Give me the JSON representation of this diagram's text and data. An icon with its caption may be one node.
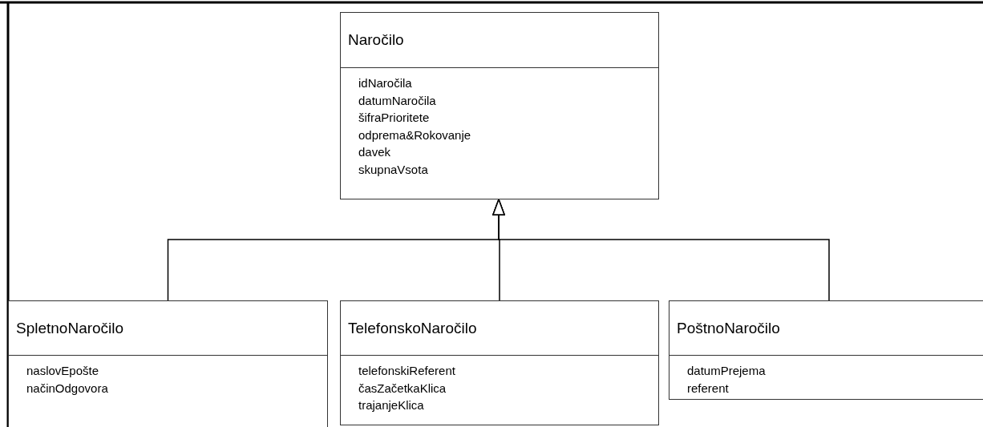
{
  "diagram": {
    "nodes": [
      {
        "text": [
          "Naročilo",
          "idNaročila datumNaročila šifraPrioritete odprema&Rokovanje davek skupnaVsota"
        ]
      },
      {
        "text": [
          "SpletnoNaročilo",
          "naslovEpošte načinOdgovora"
        ]
      },
      {
        "text": [
          "TelefonskoNaročilo",
          "telefonskiReferent časZačetkaKlica trajanjeKlica"
        ]
      },
      {
        "text": [
          "PoštnoNaročilo",
          "datumPrejema referent"
        ]
      }
    ],
    "edges": [
      {
        "from": 1,
        "to": 0,
        "arrow": "to"
      },
      {
        "from": 2,
        "to": 0,
        "arrow": "to"
      },
      {
        "from": 3,
        "to": 0,
        "arrow": "to"
      }
    ]
  }
}
